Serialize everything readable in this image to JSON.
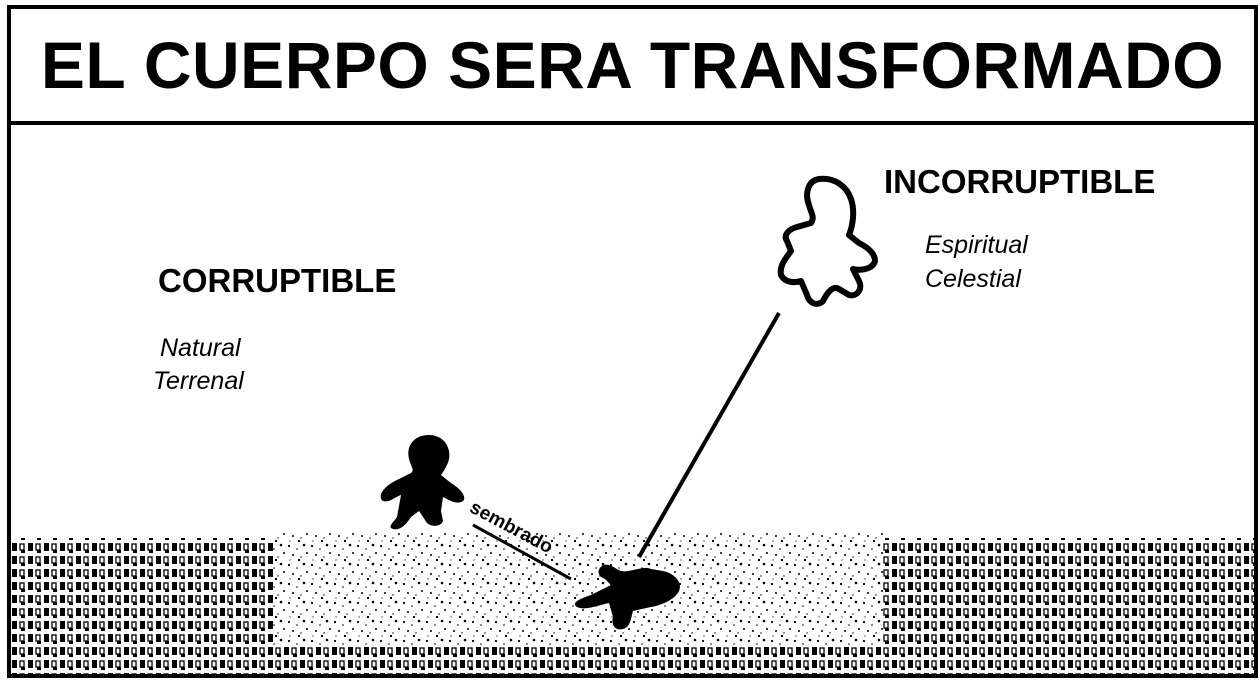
{
  "title": "EL CUERPO SERA TRANSFORMADO",
  "corruptible": {
    "heading": "CORRUPTIBLE",
    "line1": "Natural",
    "line2": "Terrenal"
  },
  "incorruptible": {
    "heading": "INCORRUPTIBLE",
    "line1": "Espiritual",
    "line2": "Celestial"
  },
  "arrow_label": "sembrado",
  "colors": {
    "ink": "#000000",
    "paper": "#ffffff"
  }
}
